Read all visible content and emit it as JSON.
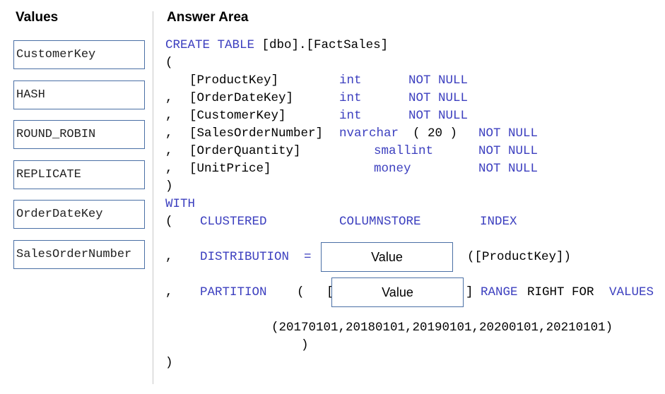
{
  "values_panel": {
    "title": "Values",
    "items": [
      "CustomerKey",
      "HASH",
      "ROUND_ROBIN",
      "REPLICATE",
      "OrderDateKey",
      "SalesOrderNumber"
    ]
  },
  "answer_area": {
    "title": "Answer Area",
    "create": "CREATE TABLE",
    "table_name": "[dbo].[FactSales]",
    "open_paren": "(",
    "close_paren": ")",
    "comma": ",",
    "columns": [
      {
        "name": "[ProductKey]",
        "type": "int",
        "nullability": "NOT NULL"
      },
      {
        "name": "[OrderDateKey]",
        "type": "int",
        "nullability": "NOT NULL"
      },
      {
        "name": "[CustomerKey]",
        "type": "int",
        "nullability": "NOT NULL"
      },
      {
        "name": "[SalesOrderNumber]",
        "type": "nvarchar",
        "type_args": "( 20 )",
        "nullability": "NOT NULL"
      },
      {
        "name": "[OrderQuantity]",
        "type": "smallint",
        "nullability": "NOT NULL"
      },
      {
        "name": "[UnitPrice]",
        "type": "money",
        "nullability": "NOT NULL"
      }
    ],
    "with": "WITH",
    "clustered": "CLUSTERED",
    "columnstore": "COLUMNSTORE",
    "index": "INDEX",
    "distribution": "DISTRIBUTION",
    "equals": "=",
    "distribution_target_label": "Value",
    "distribution_suffix": "([ProductKey])",
    "partition": "PARTITION",
    "partition_open": "(   [",
    "partition_target_label": "Value",
    "partition_close": "]",
    "range": "RANGE",
    "right_for": "RIGHT FOR",
    "values_kw": "VALUES",
    "boundary_values": "(20170101,20180101,20190101,20200101,20210101)",
    "inner_close": ")",
    "final_close": ")"
  }
}
